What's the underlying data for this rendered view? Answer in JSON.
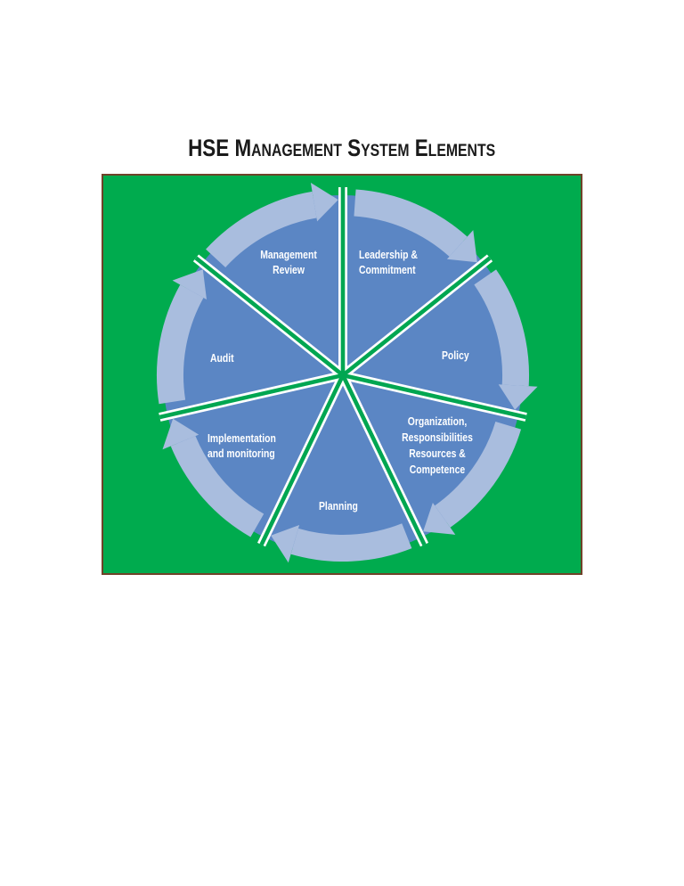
{
  "page": {
    "background_color": "#ffffff"
  },
  "title": {
    "text": "HSE Management System Elements",
    "color": "#1a1a1a"
  },
  "diagram": {
    "background_color": "#00ab4e",
    "border_color": "#6f4229",
    "wheel_color": "#5b86c4",
    "arrow_color": "#a9bdde",
    "spoke_green_color": "#00a651",
    "spoke_white_color": "#ffffff",
    "label_color": "#ffffff",
    "flow_direction": "clockwise",
    "segments": [
      {
        "id": "leadership-commitment",
        "label_lines": [
          "Leadership &",
          "Commitment"
        ]
      },
      {
        "id": "policy",
        "label_lines": [
          "Policy"
        ]
      },
      {
        "id": "organization-responsibilities",
        "label_lines": [
          "Organization,",
          "Responsibilities",
          "Resources &",
          "Competence"
        ]
      },
      {
        "id": "planning",
        "label_lines": [
          "Planning"
        ]
      },
      {
        "id": "implementation-monitoring",
        "label_lines": [
          "Implementation",
          "and monitoring"
        ]
      },
      {
        "id": "audit",
        "label_lines": [
          "Audit"
        ]
      },
      {
        "id": "management-review",
        "label_lines": [
          "Management",
          "Review"
        ]
      }
    ]
  }
}
